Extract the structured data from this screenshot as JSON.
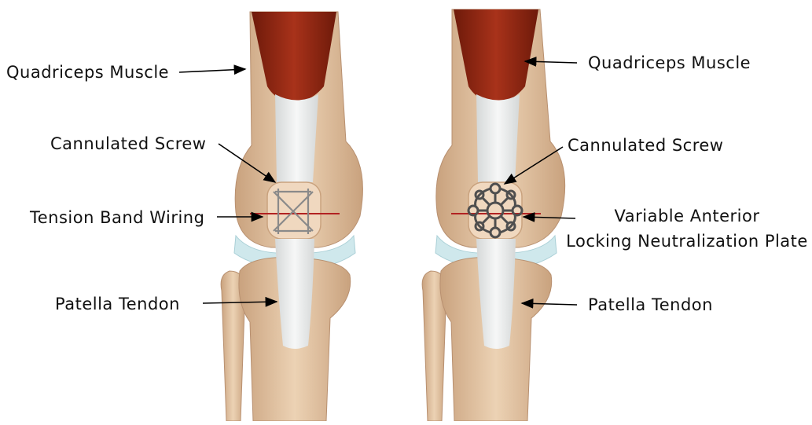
{
  "colors": {
    "muscle": "#9c2b14",
    "muscle_dark": "#6e1a0a",
    "bone": "#e6c8a8",
    "bone_shadow": "#c9a27e",
    "tendon": "#eef0f0",
    "cartilage": "#cfe8ec",
    "wire": "#8a8a8a",
    "plate": "#5a5a5a",
    "fracture_line": "#b22222",
    "arrow": "#000000"
  },
  "icons": {
    "left_implant": "tension-band-wiring-icon",
    "right_implant": "locking-plate-icon"
  },
  "left_panel": {
    "quadriceps_label": "Quadriceps Muscle",
    "screw_label": "Cannulated Screw",
    "implant_label": "Tension Band Wiring",
    "tendon_label": "Patella Tendon"
  },
  "right_panel": {
    "quadriceps_label": "Quadriceps Muscle",
    "screw_label": "Cannulated Screw",
    "implant_label_line1": "Variable Anterior",
    "implant_label_line2": "Locking Neutralization Plate",
    "tendon_label": "Patella Tendon"
  }
}
